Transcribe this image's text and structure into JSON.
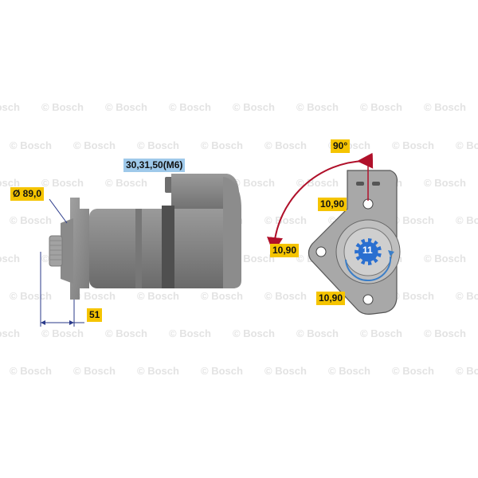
{
  "watermark": {
    "text": "© Bosch"
  },
  "labels": {
    "terminals": "30,31,50(M6)",
    "diameter": "Ø 89,0",
    "length": "51",
    "angle": "90°",
    "torque_top": "10,90",
    "torque_left": "10,90",
    "torque_bottom": "10,90",
    "teeth": "11"
  },
  "colors": {
    "label_yellow": "#f5c400",
    "label_blue": "#9fc9ea",
    "body_gray": "#7f7f7f",
    "body_dark": "#5a5a5a",
    "arrow_red": "#b0102a",
    "pinion_blue": "#2a6fd0",
    "dimension_line": "#2a3a8a"
  }
}
